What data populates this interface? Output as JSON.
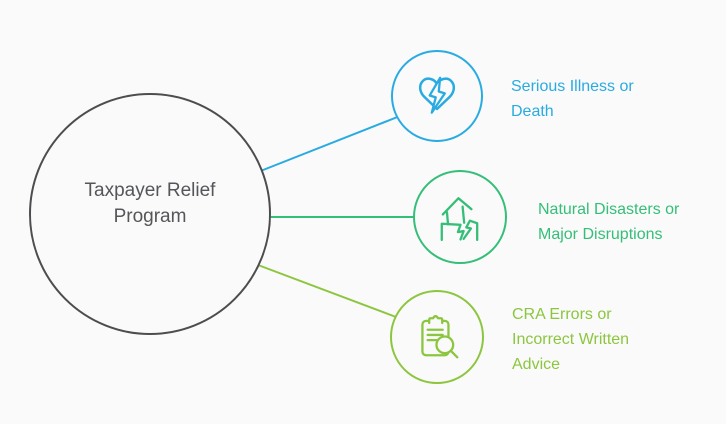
{
  "diagram": {
    "title": "Taxpayer Relief Program infographic",
    "hub": {
      "label": "Taxpayer Relief Program"
    },
    "branches": [
      {
        "id": "serious-illness",
        "label": "Serious Illness or Death",
        "icon": "broken-heart-bolt-icon",
        "color": "#29ABE2"
      },
      {
        "id": "natural-disasters",
        "label": "Natural Disasters or Major Disruptions",
        "icon": "earthquake-house-icon",
        "color": "#35BE78"
      },
      {
        "id": "cra-errors",
        "label": "CRA Errors or Incorrect Written Advice",
        "icon": "clipboard-magnifier-icon",
        "color": "#8CC63F"
      }
    ]
  },
  "colors": {
    "background": "#FAFAFA",
    "hub_stroke": "#4D4D4F",
    "hub_text": "#55565A",
    "blue": "#29ABE2",
    "green": "#35BE78",
    "lime": "#8CC63F"
  }
}
